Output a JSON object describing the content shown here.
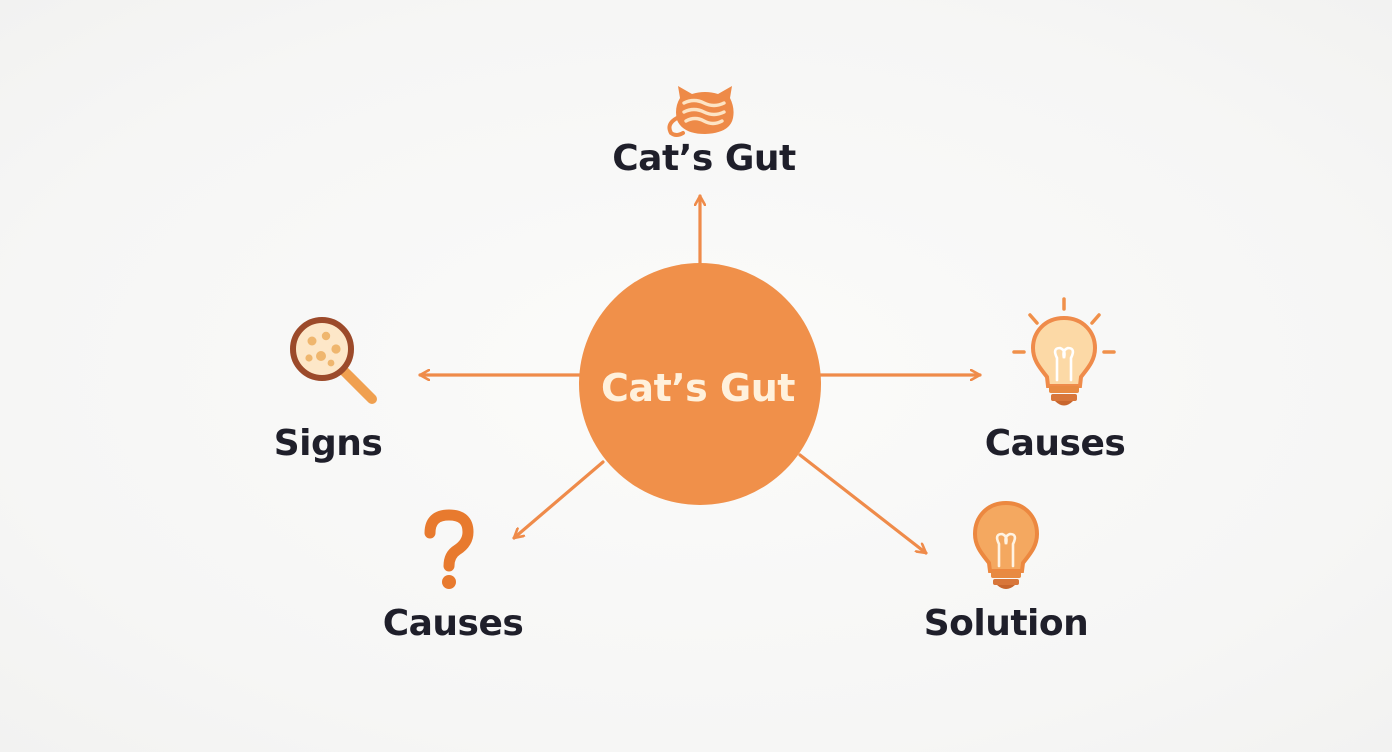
{
  "diagram": {
    "center": {
      "label": "Cat’s Gut"
    },
    "nodes": [
      {
        "id": "top",
        "label": "Cat’s Gut",
        "icon": "cat-gut-icon"
      },
      {
        "id": "left",
        "label": "Signs",
        "icon": "magnifier-icon"
      },
      {
        "id": "right",
        "label": "Causes",
        "icon": "lightbulb-icon"
      },
      {
        "id": "bottom-left",
        "label": "Causes",
        "icon": "question-mark-icon"
      },
      {
        "id": "bottom-right",
        "label": "Solution",
        "icon": "lightbulb-icon"
      }
    ]
  },
  "colors": {
    "accent": "#f0904a",
    "accent_dark": "#e07a30",
    "text": "#1f1f2a",
    "center_text": "#fff1dc"
  }
}
